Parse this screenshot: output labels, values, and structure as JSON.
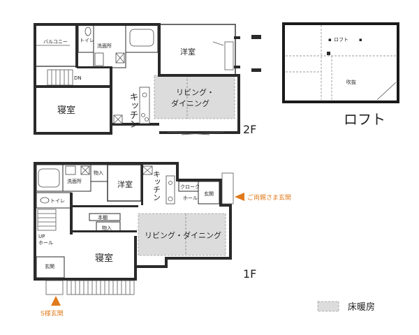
{
  "floor2": {
    "label": "2F",
    "rooms": {
      "balcony": "バルコニー",
      "toilet": "トイレ",
      "washroom": "洗面所",
      "western": "洋室",
      "bedroom": "寝室",
      "kitchen": "キッチン",
      "living_line1": "リビング・",
      "living_line2": "ダイニング",
      "stairs_dn": "DN"
    }
  },
  "loft": {
    "title": "ロフト",
    "label_loft": "ロフト",
    "label_void": "吹抜"
  },
  "floor1": {
    "label": "1F",
    "rooms": {
      "washroom": "洗面所",
      "storage1": "物入",
      "western": "洋室",
      "kitchen": "キッチン",
      "cloak": "クローク",
      "hall_right": "ホール",
      "entrance_right": "玄関",
      "toilet": "トイレ",
      "bookshelf": "本棚",
      "storage2": "物入",
      "stairs_up": "UP",
      "hall_left": "ホール",
      "living": "リビング・ダイニング",
      "bedroom": "寝室",
      "entrance_left": "玄関"
    },
    "parents_entrance": "ご両親さま玄関",
    "s_entrance": "S様玄関"
  },
  "legend": {
    "label": "床暖房"
  },
  "colors": {
    "accent": "#e07a1c",
    "heating": "#dcdcdc"
  }
}
